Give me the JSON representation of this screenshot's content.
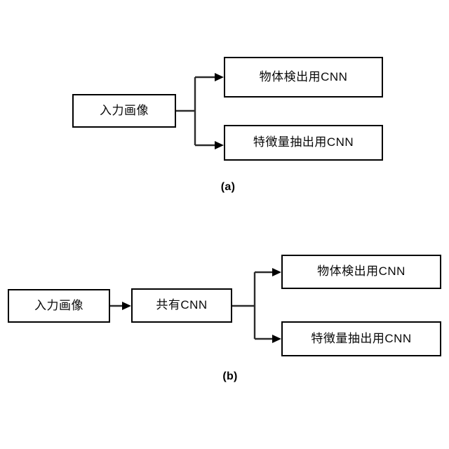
{
  "figure": {
    "background_color": "#ffffff",
    "line_color": "#2b2b2b",
    "border_color": "#000000",
    "text_color": "#0a0a0a"
  },
  "panels": [
    {
      "id": "a",
      "caption": "(a)",
      "description": "separate-cnn-architecture",
      "nodes": [
        {
          "id": "a-input",
          "label": "入力画像"
        },
        {
          "id": "a-detect",
          "label": "物体検出用CNN"
        },
        {
          "id": "a-feature",
          "label": "特徴量抽出用CNN"
        }
      ],
      "edges": [
        {
          "from": "a-input",
          "to": "a-detect",
          "style": "elbow-arrow"
        },
        {
          "from": "a-input",
          "to": "a-feature",
          "style": "elbow-arrow"
        }
      ]
    },
    {
      "id": "b",
      "caption": "(b)",
      "description": "shared-cnn-architecture",
      "nodes": [
        {
          "id": "b-input",
          "label": "入力画像"
        },
        {
          "id": "b-shared",
          "label": "共有CNN"
        },
        {
          "id": "b-detect",
          "label": "物体検出用CNN"
        },
        {
          "id": "b-feature",
          "label": "特徴量抽出用CNN"
        }
      ],
      "edges": [
        {
          "from": "b-input",
          "to": "b-shared",
          "style": "straight-arrow"
        },
        {
          "from": "b-shared",
          "to": "b-detect",
          "style": "elbow-arrow"
        },
        {
          "from": "b-shared",
          "to": "b-feature",
          "style": "elbow-arrow"
        }
      ]
    }
  ]
}
